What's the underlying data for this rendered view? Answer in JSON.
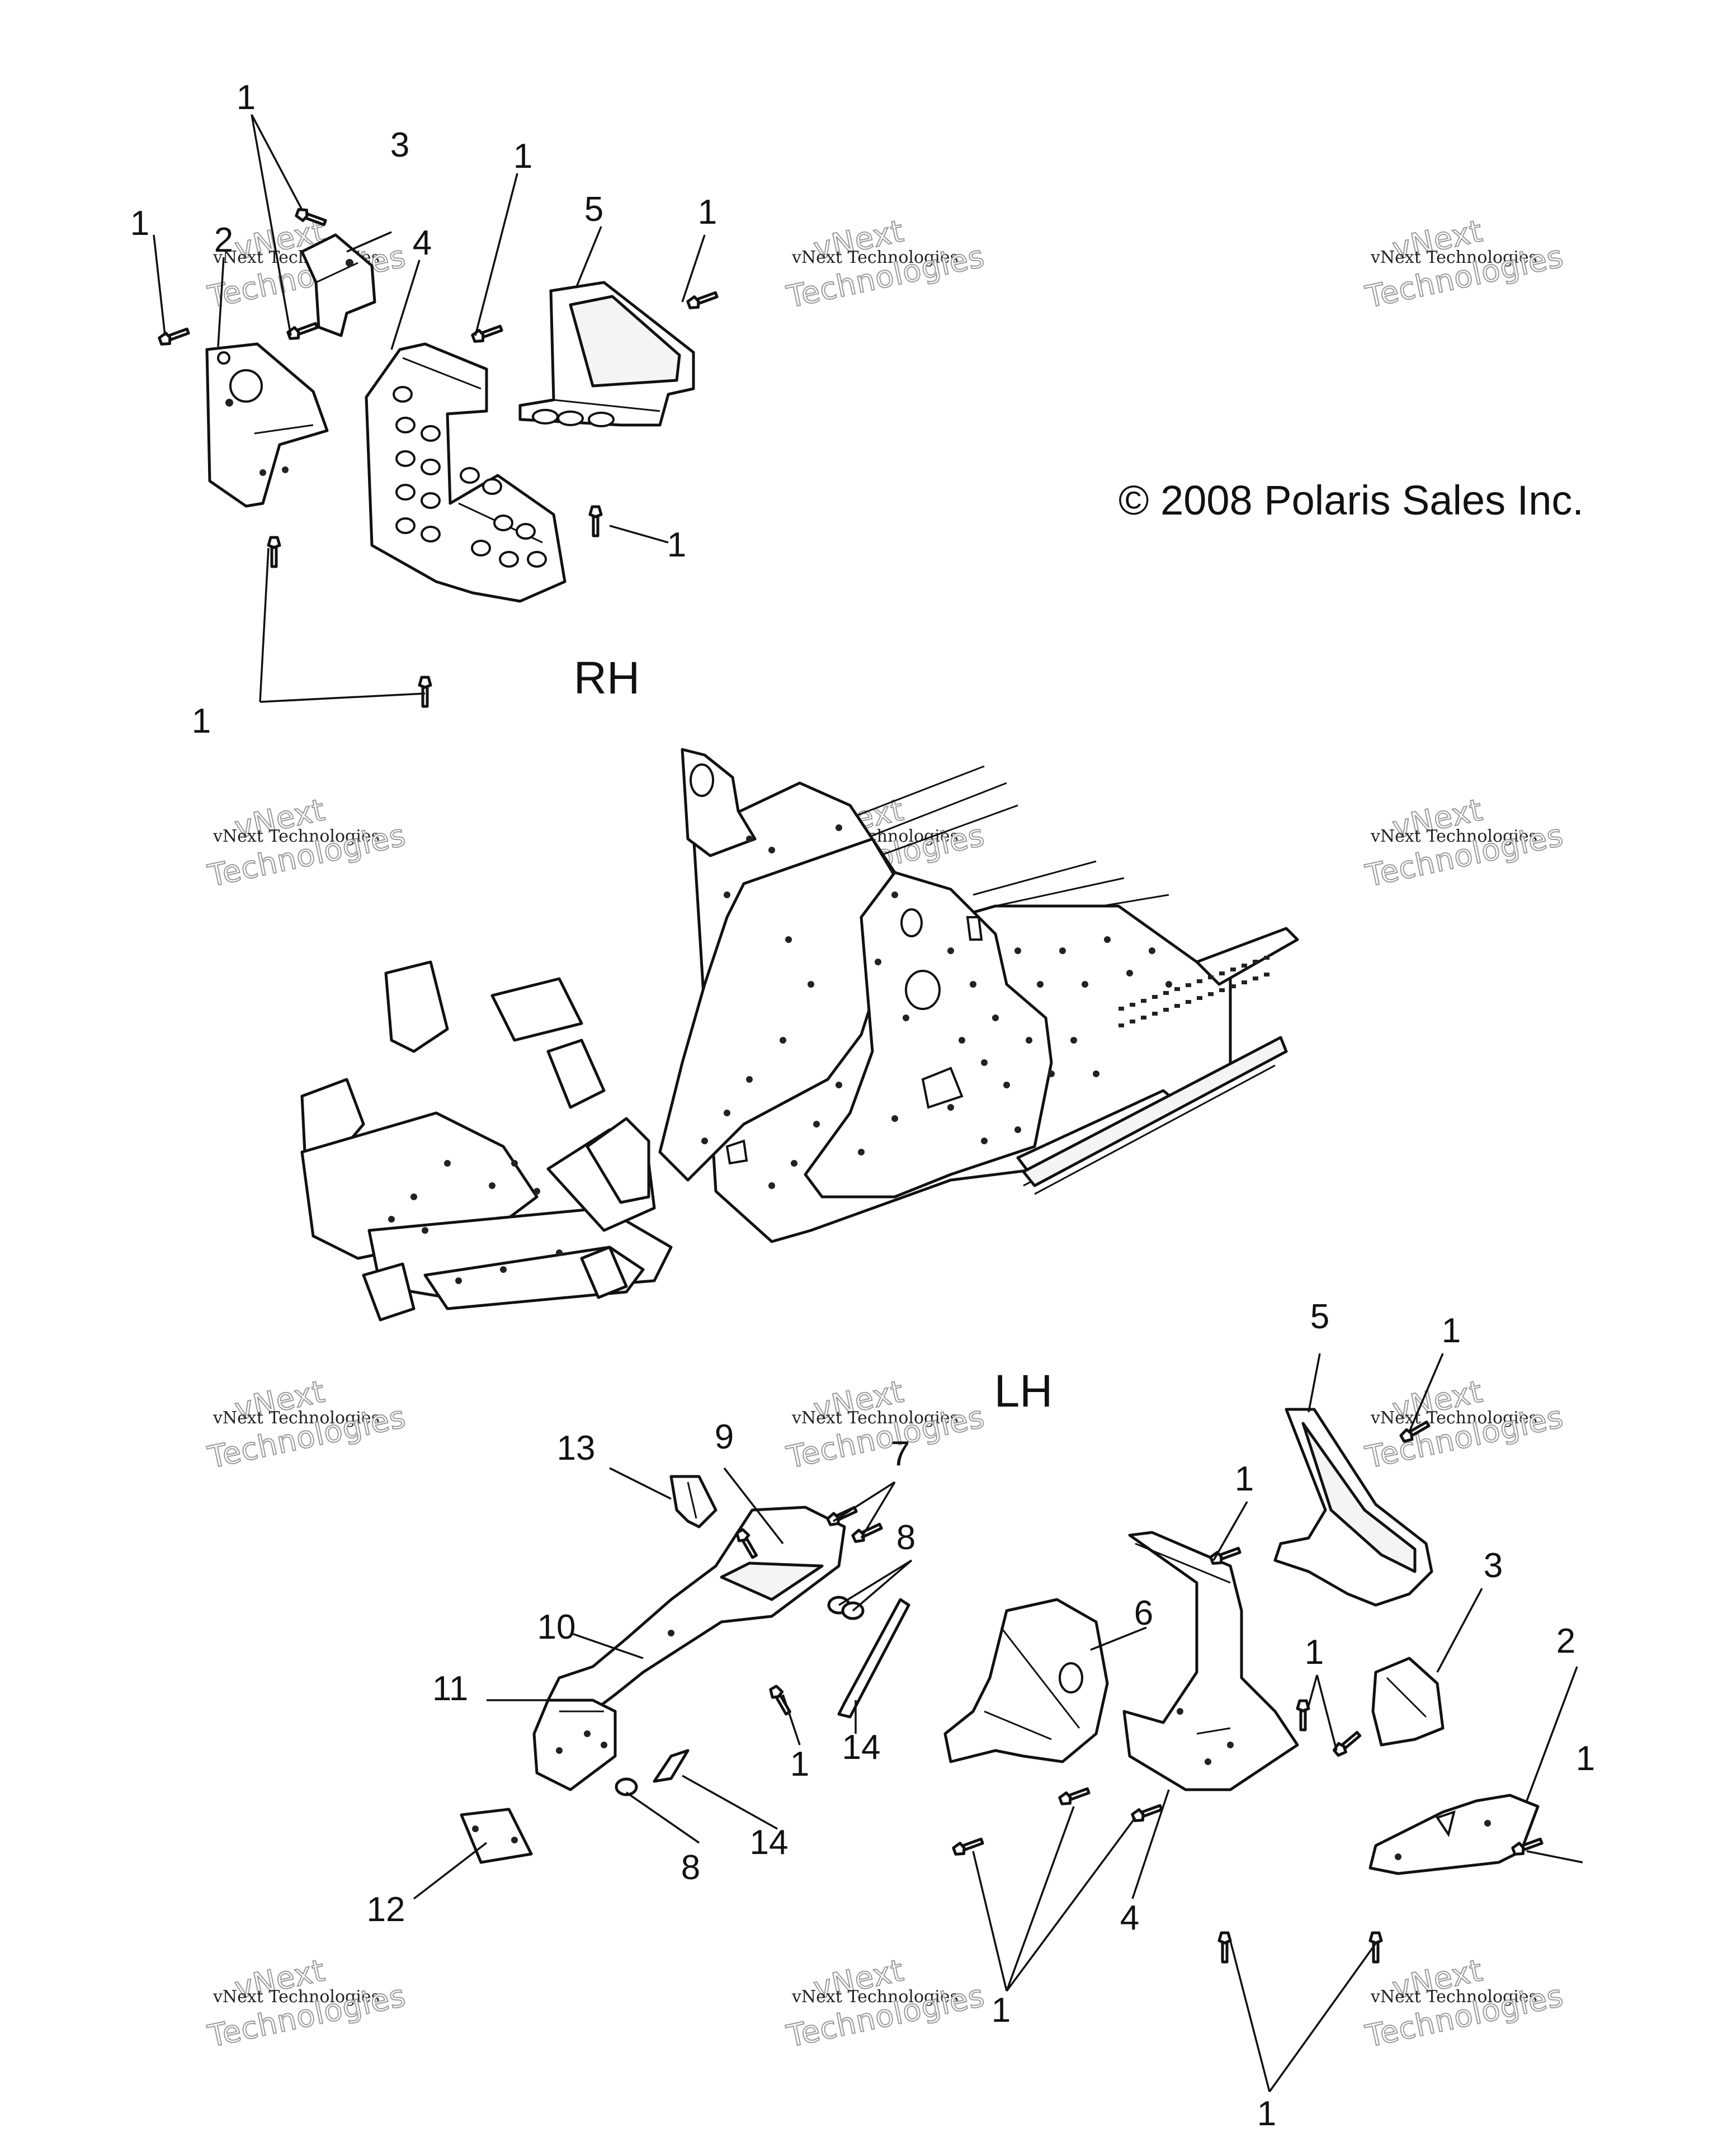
{
  "copyright": "© 2008 Polaris Sales Inc.",
  "labels": {
    "rh": "RH",
    "lh": "LH"
  },
  "watermark": {
    "brand": "vNext",
    "line1": "vNext Technologies",
    "line2": "Technologies"
  },
  "callouts": {
    "rh": {
      "c1_top": "1",
      "c1_left": "1",
      "c2": "2",
      "c3": "3",
      "c1_mid": "1",
      "c4": "4",
      "c5": "5",
      "c1_right": "1",
      "c1_lower_right": "1",
      "c1_bottom": "1"
    },
    "lh": {
      "c5": "5",
      "c1_a": "1",
      "c13": "13",
      "c9": "9",
      "c7": "7",
      "c8_a": "8",
      "c1_b": "1",
      "c6": "6",
      "c3": "3",
      "c1_c": "1",
      "c2": "2",
      "c10": "10",
      "c11": "11",
      "c14_a": "14",
      "c1_d": "1",
      "c14_b": "14",
      "c1_e": "1",
      "c8_b": "8",
      "c12": "12",
      "c1_f": "1",
      "c4": "4",
      "c1_g": "1"
    }
  }
}
